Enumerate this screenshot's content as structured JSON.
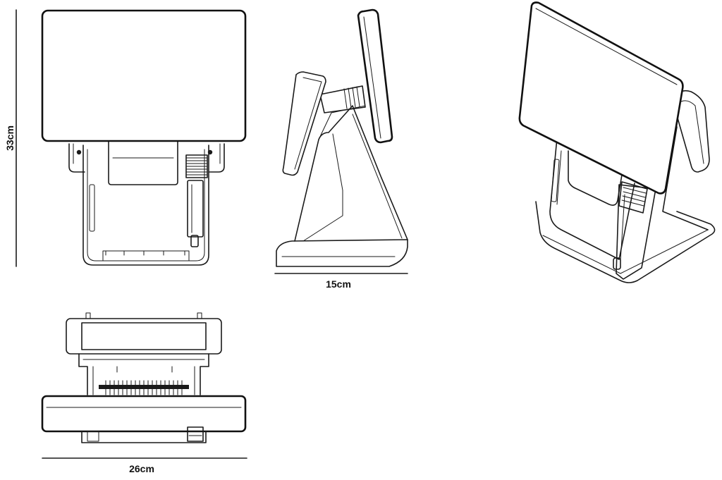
{
  "dimensions": {
    "height": {
      "label": "33cm"
    },
    "depth": {
      "label": "15cm"
    },
    "width": {
      "label": "26cm"
    }
  },
  "views": [
    {
      "id": "front-view"
    },
    {
      "id": "side-view"
    },
    {
      "id": "perspective-view"
    },
    {
      "id": "top-view"
    }
  ],
  "colors": {
    "line": "#1a1a1a",
    "background": "#ffffff"
  }
}
